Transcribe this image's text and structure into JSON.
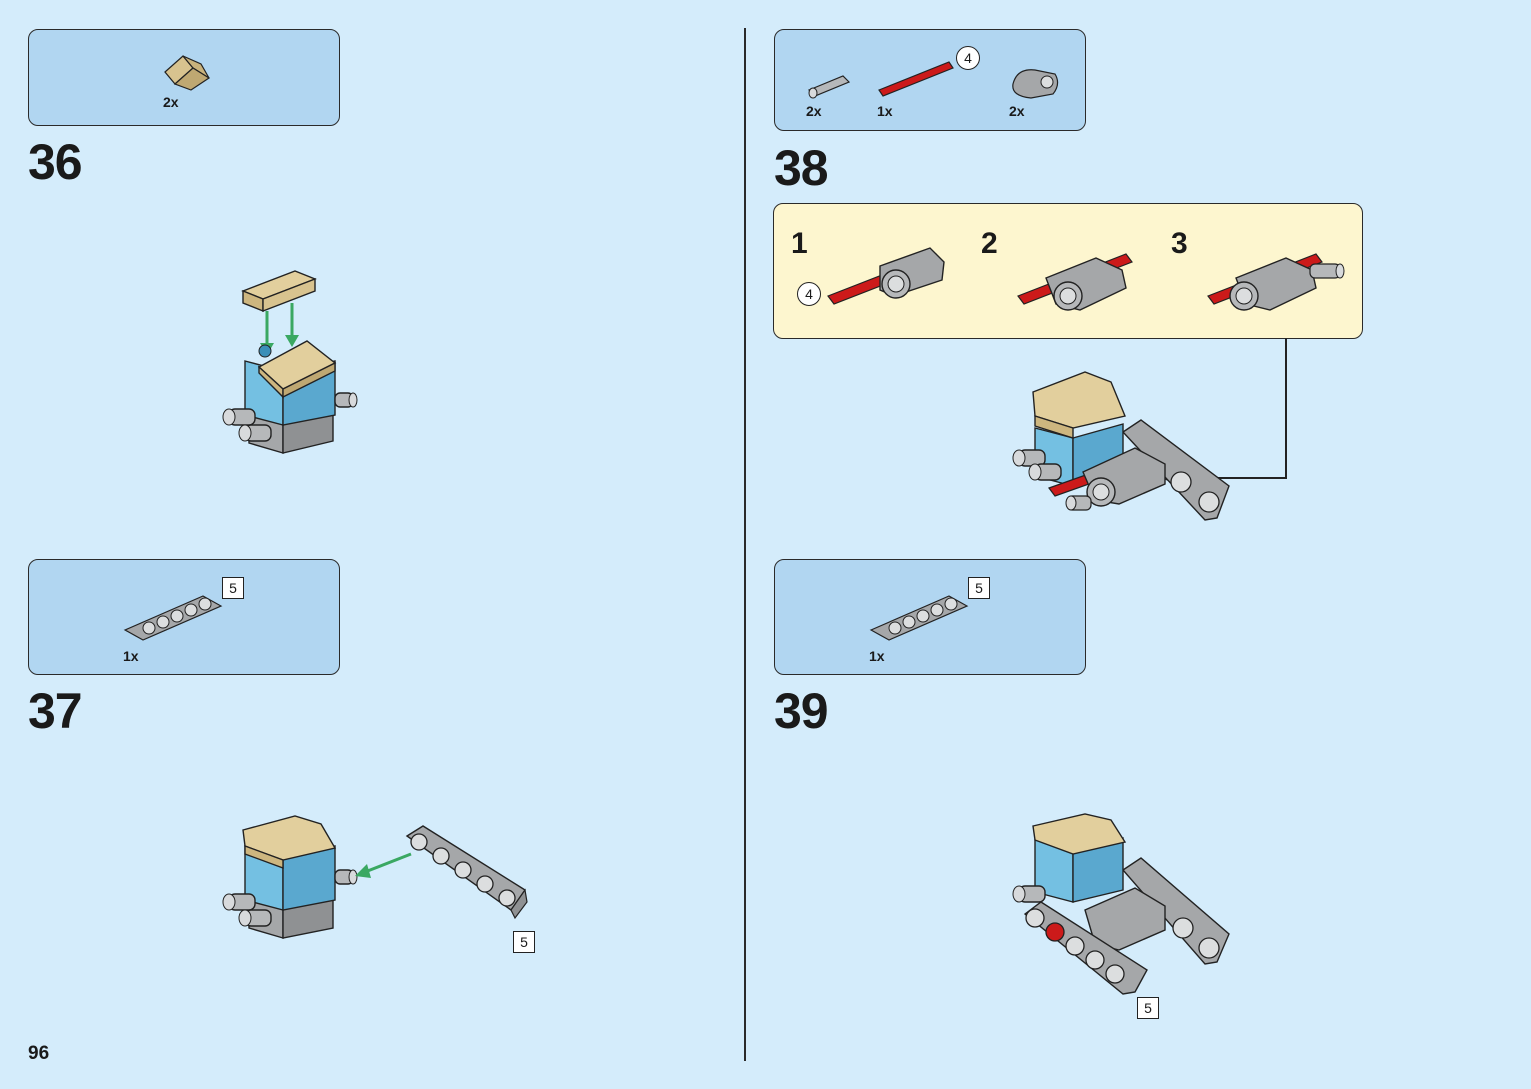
{
  "page": {
    "number": "96"
  },
  "steps": [
    {
      "number": "36",
      "parts": [
        {
          "qty": "2x",
          "part": "tan-slope-piece"
        }
      ]
    },
    {
      "number": "37",
      "parts": [
        {
          "qty": "1x",
          "part": "gray-beam-5",
          "length": "5"
        }
      ],
      "model_label": "5"
    },
    {
      "number": "38",
      "parts": [
        {
          "qty": "2x",
          "part": "gray-pin-connector"
        },
        {
          "qty": "1x",
          "part": "red-axle-4",
          "length": "4"
        },
        {
          "qty": "2x",
          "part": "gray-angled-connector"
        }
      ],
      "substeps": [
        {
          "number": "1",
          "label": "4"
        },
        {
          "number": "2"
        },
        {
          "number": "3"
        }
      ]
    },
    {
      "number": "39",
      "parts": [
        {
          "qty": "1x",
          "part": "gray-beam-5",
          "length": "5"
        }
      ],
      "model_label": "5"
    }
  ],
  "colors": {
    "background": "#d4ecfb",
    "parts_box": "#b1d6f1",
    "callout": "#fdf6cf",
    "tan": "#d8c38f",
    "light_blue": "#63b3d9",
    "gray": "#a5a7a9",
    "red": "#cc1a1a",
    "arrow_green": "#3aa862"
  }
}
